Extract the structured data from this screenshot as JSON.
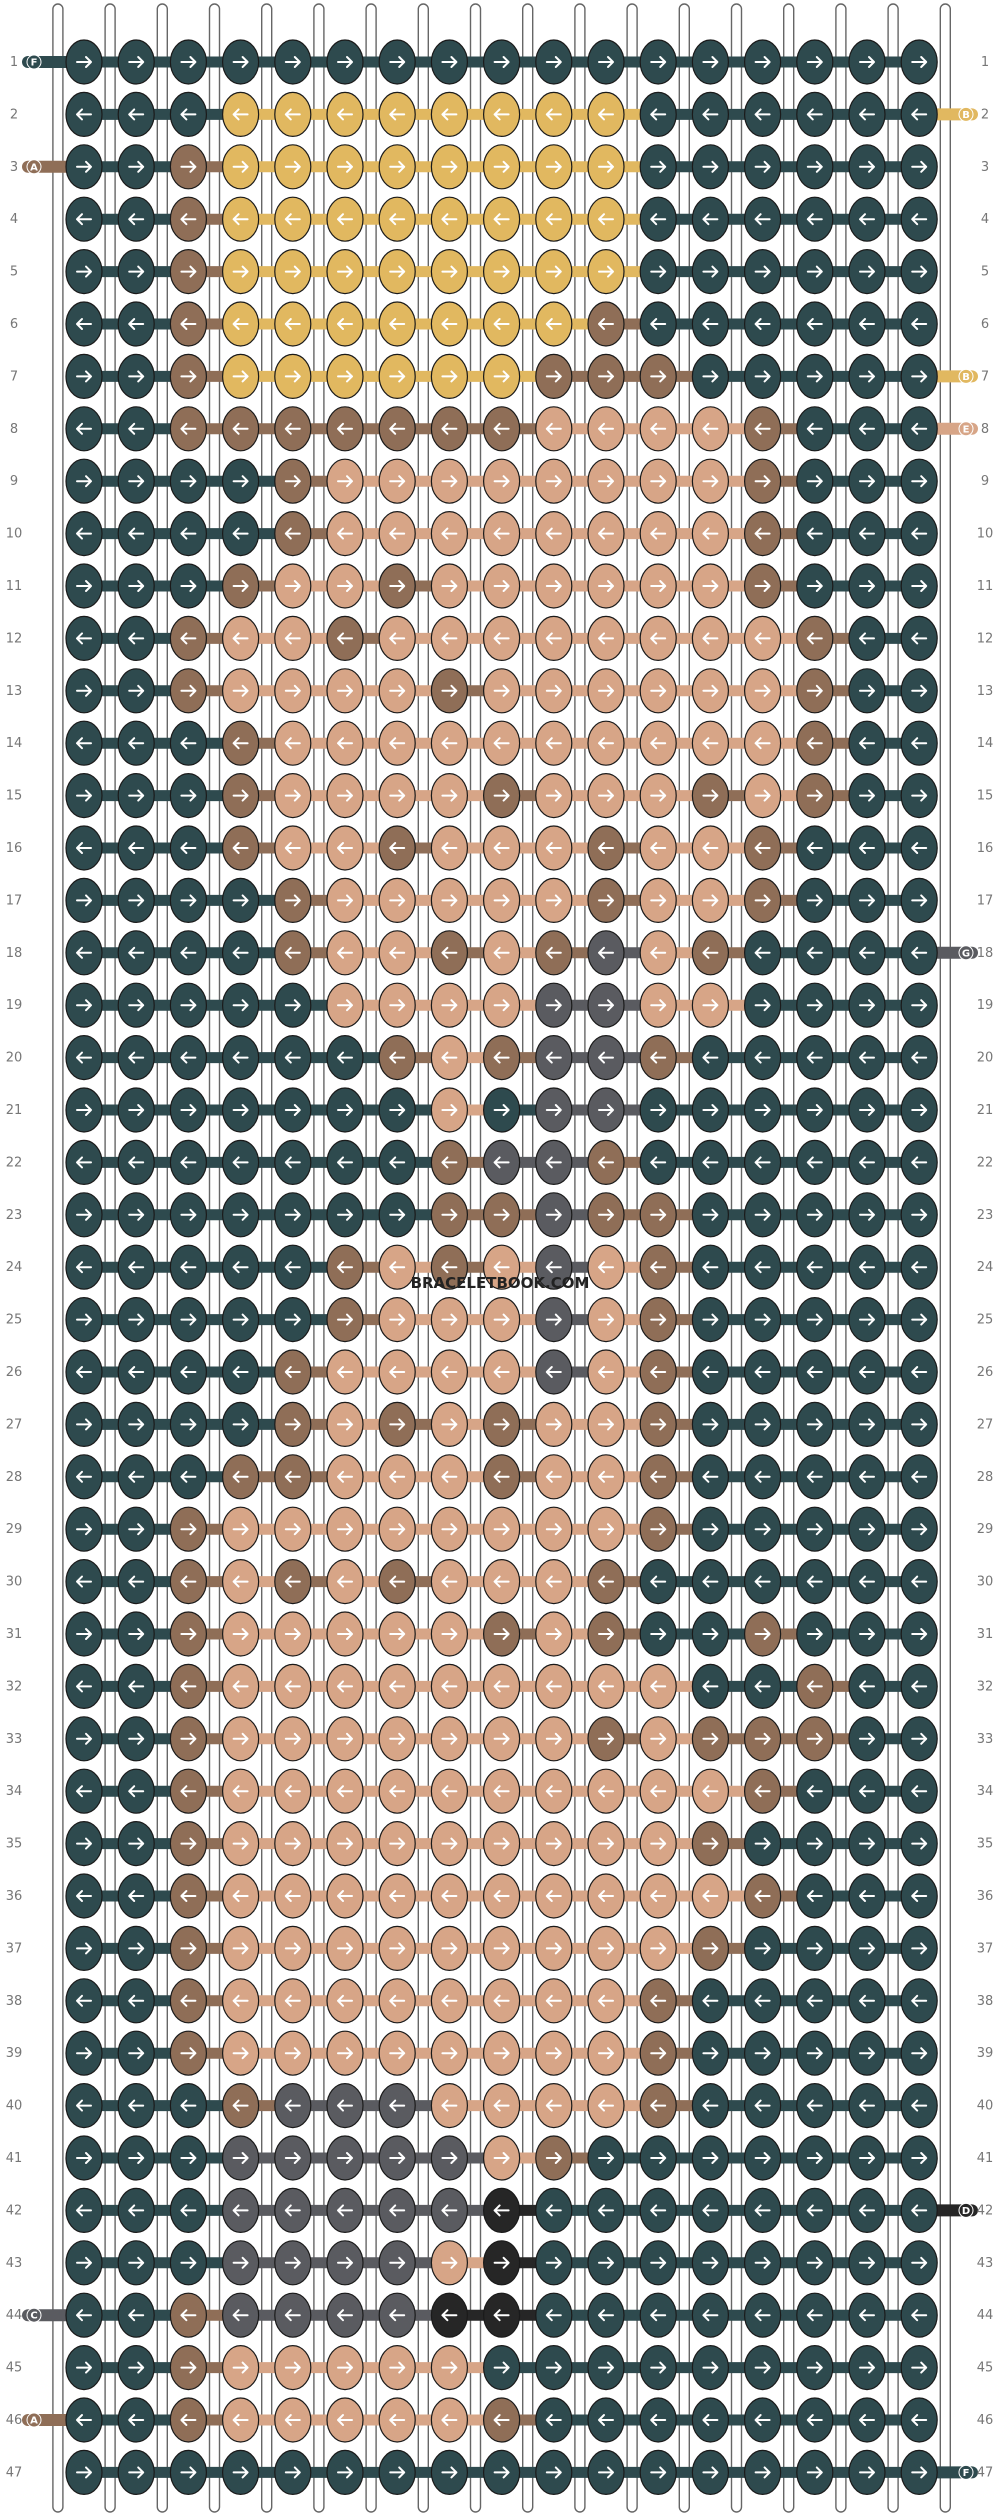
{
  "pattern": {
    "rows": 47,
    "knots_per_row": 17,
    "watermark": "BRACELETBOOK.COM",
    "row_labels": [
      "1",
      "2",
      "3",
      "4",
      "5",
      "6",
      "7",
      "8",
      "9",
      "10",
      "11",
      "12",
      "13",
      "14",
      "15",
      "16",
      "17",
      "18",
      "19",
      "20",
      "21",
      "22",
      "23",
      "24",
      "25",
      "26",
      "27",
      "28",
      "29",
      "30",
      "31",
      "32",
      "33",
      "34",
      "35",
      "36",
      "37",
      "38",
      "39",
      "40",
      "41",
      "42",
      "43",
      "44",
      "45",
      "46",
      "47"
    ],
    "colors": {
      "background": "#ffffff",
      "string_outline": "#666666",
      "string_fill": "#ffffff",
      "F": "#2e4a4e",
      "A": "#8f6e57",
      "B": "#e1b860",
      "E": "#d7a587",
      "G": "#5a5b60",
      "D": "#262626",
      "C": "#5a5b60"
    },
    "strands_left": [
      {
        "row": 1,
        "letter": "F",
        "color": "F"
      },
      {
        "row": 3,
        "letter": "A",
        "color": "A"
      },
      {
        "row": 44,
        "letter": "C",
        "color": "C"
      },
      {
        "row": 46,
        "letter": "A",
        "color": "A"
      }
    ],
    "strands_right": [
      {
        "row": 2,
        "letter": "B",
        "color": "B"
      },
      {
        "row": 7,
        "letter": "B",
        "color": "B"
      },
      {
        "row": 8,
        "letter": "E",
        "color": "E"
      },
      {
        "row": 18,
        "letter": "G",
        "color": "G"
      },
      {
        "row": 42,
        "letter": "D",
        "color": "D"
      },
      {
        "row": 47,
        "letter": "F",
        "color": "F"
      }
    ],
    "knot_rows": [
      "FFFFFFFFFFFFFFFFF",
      "FFFBBBBBBBBFFFFFF",
      "FFABBBBBBBBFFFFFF",
      "FFABBBBBBBBFFFFFF",
      "FFABBBBBBBBFFFFFF",
      "FFABBBBBBBAFFFFFF",
      "FFABBBBBBAAAFFFFF",
      "FFAAAAAAAEEEEAFFF",
      "FFFFAEEEEEEEEAFFF",
      "FFFFAEEEEEEEEAFFF",
      "FFFAEEAEEEEEEAFFF",
      "FFAEEAEEEEEEEEAFF",
      "FFAEEEEAEEEEEEAFF",
      "FFFAEEEEEEEEEEAFF",
      "FFFAEEEEAEEEAEAFF",
      "FFFAEEAEEEAEEAFFF",
      "FFFFAEEEEEAEEAFFF",
      "FFFFAEEAEAGEAFFFF",
      "FFFFFEEEEGGEEFFFF",
      "FFFFFFAEAGGAFFFFF",
      "FFFFFFFEFGGFFFFFF",
      "FFFFFFFAGGAFFFFFF",
      "FFFFFFFAAGAAFFFFF",
      "FFFFFAEAEGEAFFFFF",
      "FFFFFAEEEGEAFFFFF",
      "FFFFAEEEEGEAFFFFF",
      "FFFFAEAEAEEAFFFFF",
      "FFFAAEEEAEEAFFFFF",
      "FFAEEEEEEEEAFFFFF",
      "FFAEAEAEEEAFFFFFF",
      "FFAEEEEEAEAFFAFFF",
      "FFAEEEEEEEEEFFAFF",
      "FFAEEEEEEEAEAAAFF",
      "FFAEEEEEEEEEEAFFF",
      "FFAEEEEEEEEEAFFFF",
      "FFAEEEEEEEEEEAFFF",
      "FFAEEEEEEEEEAFFFF",
      "FFAEEEEEEEEAFFFFF",
      "FFAEEEEEEEEAFFFFF",
      "FFFAGGGEEEEAFFFFF",
      "FFFGGGGGEAFFFFFFF",
      "FFFGGGGGDFFFFFFFF",
      "FFFGGGGEDFFFFFFFF",
      "FFAGGGGDDFFFFFFFF",
      "FFAEEEEEFFFFFFFFF",
      "FFAEEEEEAFFFFFFFF",
      "FFFFFFFFFFFFFFFFF"
    ],
    "arrow_rows": [
      "RRRRRRRRRRRRRRRRR",
      "LLLLLLLLLLLLLLLLL",
      "RRRRRRRRRRRRRRRRR",
      "LLLLLLLLLLLLLLLLL",
      "RRRRRRRRRRRRRRRRR",
      "LLLLLLLLLLLLLLLLL",
      "RRRRRRRRRRRRRRRRR",
      "LLLLLLLLLLLLLLLLL",
      "RRRRRRRRRRRRRRRRR",
      "LLLLLLLLLLLLLLLLL",
      "RRRRRRRRRRRRRRRRR",
      "LLLLLLLLLLLLLLLLL",
      "RRRRRRRRRRRRRRRRR",
      "LLLLLLLLLLLLLLLLL",
      "RRRRRRRRRRRRRRRRR",
      "LLLLLLLLLLLLLLLLL",
      "RRRRRRRRRRRRRRRRR",
      "LLLLLLLLLLLLLLLLL",
      "RRRRRRRRRRRRRRRRR",
      "LLLLLLLLLLLLLLLLL",
      "RRRRRRRRRRRRRRRRR",
      "LLLLLLLLLLLLLLLLL",
      "RRRRRRRRRRRRRRRRR",
      "LLLLLLLLLLLLLLLLL",
      "RRRRRRRRRRRRRRRRR",
      "LLLLLLLLLLLLLLLLL",
      "RRRRRRRRRRRRRRRRR",
      "LLLLLLLLLLLLLLLLL",
      "RRRRRRRRRRRRRRRRR",
      "LLLLLLLLLLLLLLLLL",
      "RRRRRRRRRRRRRRRRR",
      "LLLLLLLLLLLLLLLLL",
      "RRRRRRRRRRRRRRRRR",
      "LLLLLLLLLLLLLLLLL",
      "RRRRRRRRRRRRRRRRR",
      "LLLLLLLLLLLLLLLLL",
      "RRRRRRRRRRRRRRRRR",
      "LLLLLLLLLLLLLLLLL",
      "RRRRRRRRRRRRRRRRR",
      "LLLLLLLLLLLLLLLLL",
      "RRRRRRRRRRRRRRRRR",
      "LLLLLLLLLLLLLLLLL",
      "RRRRRRRRRRRRRRRRR",
      "LLLLLLLLLLLLLLLLL",
      "RRRRRRRRRRRRRRRRR",
      "LLLLLLLLLLLLLLLLL",
      "RRRRRRRRRRRRRRRRR"
    ]
  }
}
